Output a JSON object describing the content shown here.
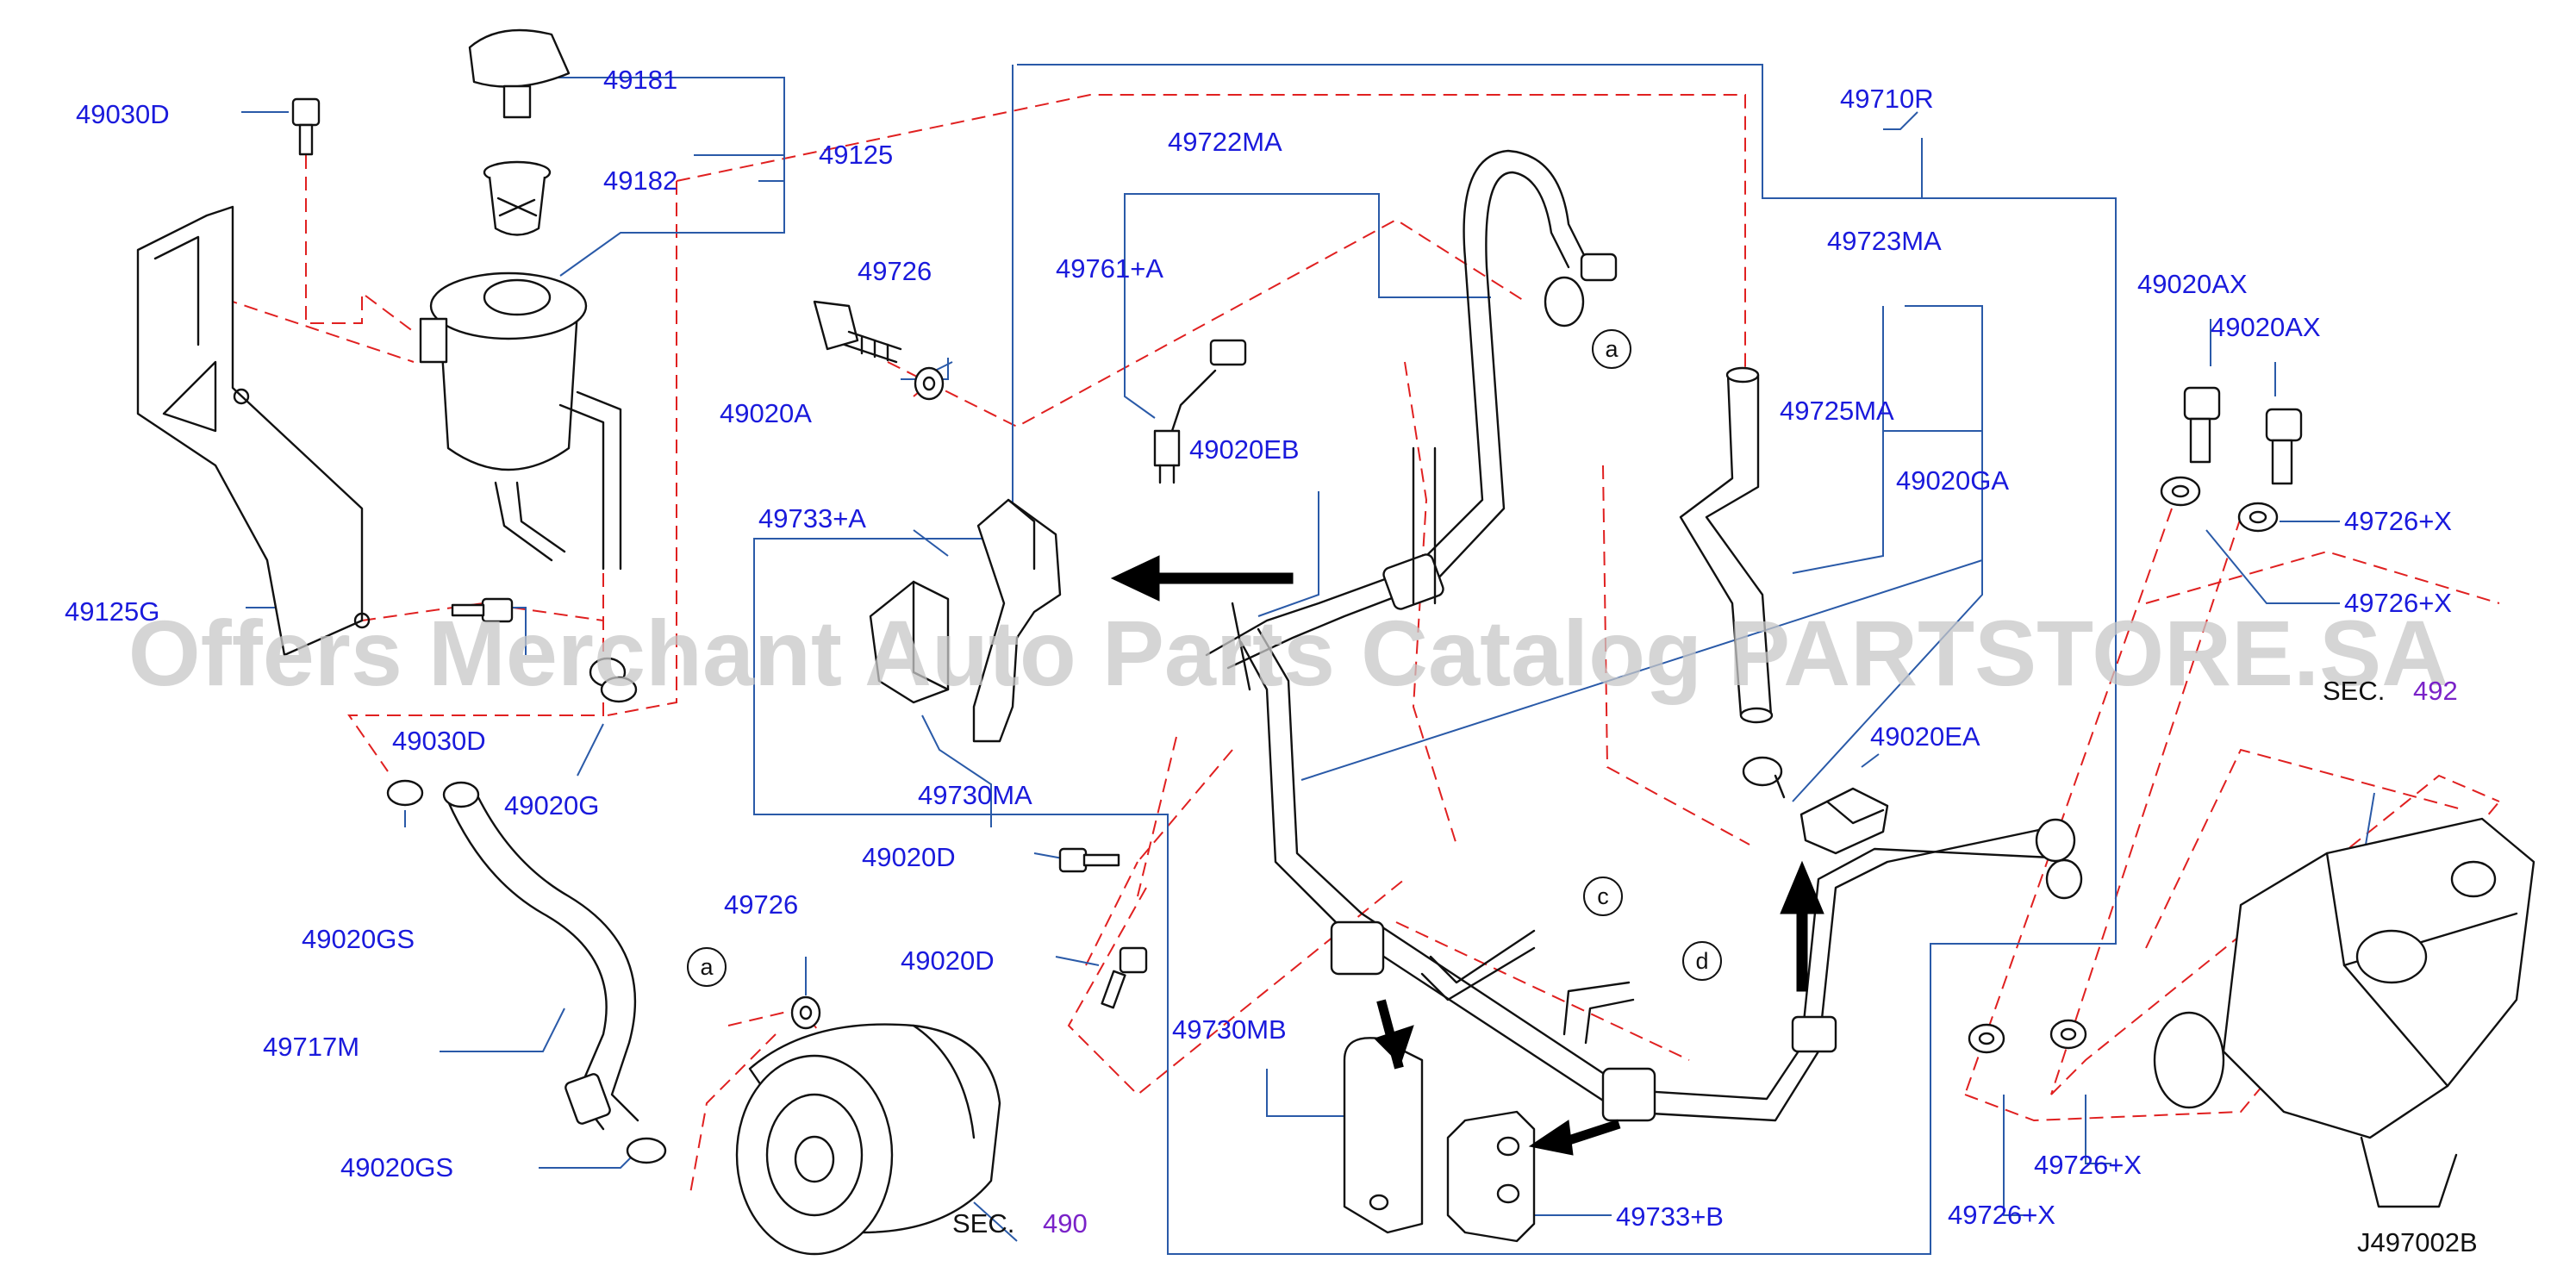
{
  "diagram": {
    "part_labels": {
      "p49030D_top": "49030D",
      "p49181": "49181",
      "p49125": "49125",
      "p49182": "49182",
      "p49125G": "49125G",
      "p49030D_mid": "49030D",
      "p49020G": "49020G",
      "p49020GS_top": "49020GS",
      "p49717M": "49717M",
      "p49020GS_bot": "49020GS",
      "p49726_top": "49726",
      "p49020A": "49020A",
      "p49722MA": "49722MA",
      "p49761A": "49761+A",
      "p49020EB": "49020EB",
      "p49733A": "49733+A",
      "p49730MA": "49730MA",
      "p49020D_a": "49020D",
      "p49020D_b": "49020D",
      "p49726_mid": "49726",
      "p49730MB": "49730MB",
      "p49733B": "49733+B",
      "p49710R": "49710R",
      "p49723MA": "49723MA",
      "p49725MA": "49725MA",
      "p49020GA": "49020GA",
      "p49020EA": "49020EA",
      "p49020AX_1": "49020AX",
      "p49020AX_2": "49020AX",
      "p49726X_1": "49726+X",
      "p49726X_2": "49726+X",
      "p49726X_3": "49726+X",
      "p49726X_4": "49726+X"
    },
    "section_refs": {
      "sec_prefix_pump": "SEC.",
      "sec_num_pump": "490",
      "sec_prefix_gear": "SEC.",
      "sec_num_gear": "492"
    },
    "callouts": {
      "a_top": "a",
      "a_pump": "a",
      "c": "c",
      "d": "d"
    },
    "drawing_number": "J497002B",
    "watermark": "Offers Merchant Auto Parts Catalog PARTSTORE.SA"
  }
}
